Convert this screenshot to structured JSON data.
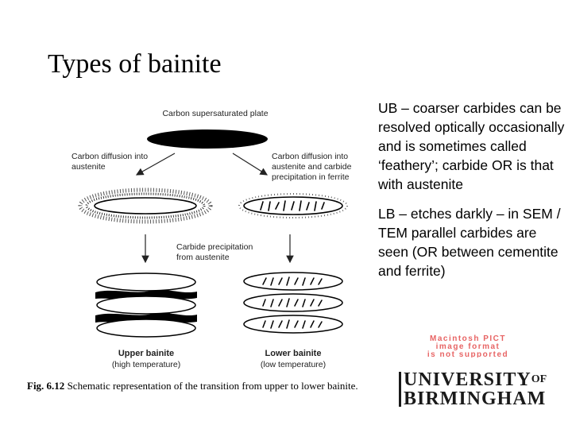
{
  "slide": {
    "title": "Types of bainite"
  },
  "diagram": {
    "top_label": "Carbon supersaturated plate",
    "left_label_1": "Carbon diffusion into",
    "left_label_2": "austenite",
    "right_label_1": "Carbon diffusion into",
    "right_label_2": "austenite and carbide",
    "right_label_3": "precipitation in ferrite",
    "mid_label_1": "Carbide precipitation",
    "mid_label_2": "from austenite",
    "upper_bainite_label": "Upper bainite",
    "upper_bainite_sub": "(high temperature)",
    "lower_bainite_label": "Lower bainite",
    "lower_bainite_sub": "(low temperature)"
  },
  "caption": {
    "fig_label": "Fig. 6.12",
    "text": " Schematic representation of the transition from upper to lower bainite."
  },
  "bullets": [
    "UB – coarser carbides can be resolved optically occasionally and is sometimes called ‘feathery’; carbide OR is that with austenite",
    "LB – etches darkly – in SEM / TEM parallel carbides are seen (OR between cementite and ferrite)"
  ],
  "pict_notice": {
    "line1": "Macintosh PICT",
    "line2": "image format",
    "line3": "is not supported",
    "color": "#e03030"
  },
  "logo": {
    "line1": "UNIVERSITY",
    "line1_suffix": "OF",
    "line2": "BIRMINGHAM"
  }
}
